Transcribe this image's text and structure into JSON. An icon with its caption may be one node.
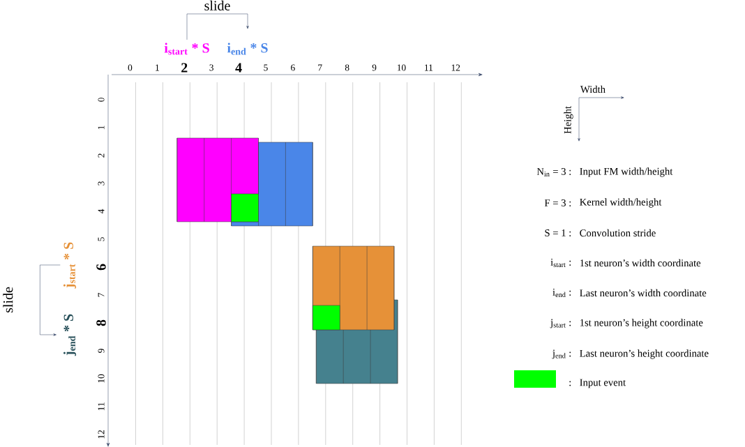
{
  "diagram": {
    "nodes": [
      {
        "text": [
          "i$_{start}$ * S"
        ]
      },
      {
        "text": [
          "i$_{end}$ * S"
        ]
      },
      {
        "text": [
          "j$_{start}$ * S"
        ]
      },
      {
        "text": [
          "j$_{end}$ * S"
        ]
      }
    ],
    "edges": [
      {
        "from": 0,
        "to": 1,
        "arrow": "to",
        "label": "slide"
      },
      {
        "from": 2,
        "to": 3,
        "arrow": "to",
        "label": "slide"
      }
    ],
    "labels": [
      "Width",
      "Height",
      "0",
      "1",
      "2",
      "3",
      "4",
      "5",
      "6",
      "7",
      "8",
      "9",
      "10",
      "11",
      "12",
      "0",
      "1",
      "2",
      "3",
      "4",
      "5",
      "6",
      "7",
      "8",
      "9",
      "10",
      "11",
      "12",
      "N$_{in}$ = 3 :",
      "Input FM width/height",
      "F = 3 :",
      "Kernel width/height",
      "S = 1 :",
      "Convolution stride",
      "i$_{start}$ :",
      "1st neuron’s width coordinate",
      "i$_{end}$ :",
      "Last neuron’s width coordinate",
      "j$_{start}$ :",
      "1st neuron’s height coordinate",
      "j$_{end}$ :",
      "Last neuron’s height coordinate",
      ":"
    ],
    "legend": [
      {
        "text": "Input event",
        "color": "#00ff00"
      }
    ]
  }
}
